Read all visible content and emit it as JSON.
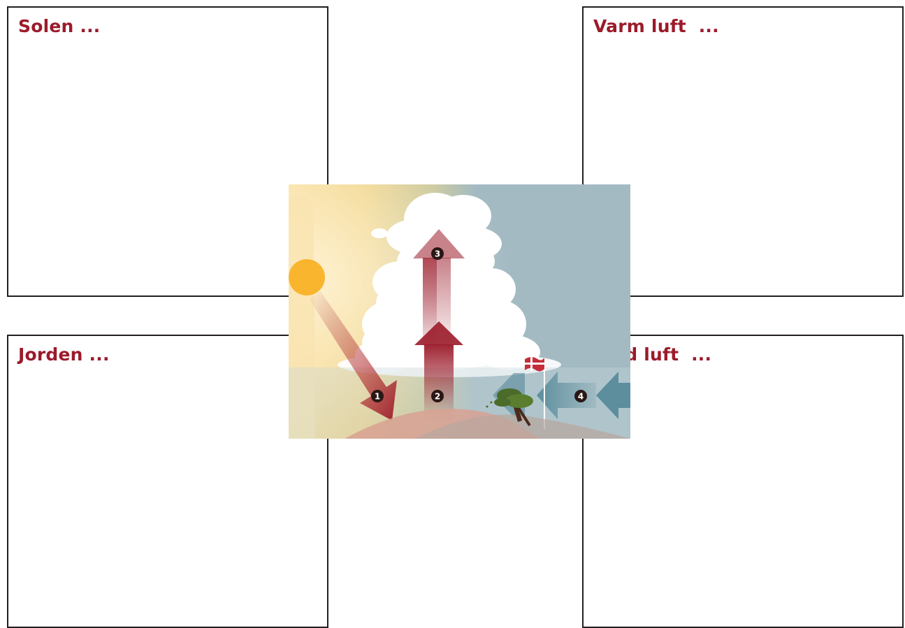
{
  "boxes": {
    "top_left": {
      "title": "Solen ..."
    },
    "top_right": {
      "title": "Varm luft  ..."
    },
    "bottom_left": {
      "title": "Jorden ..."
    },
    "bottom_right": {
      "title": "Kold luft  ..."
    }
  },
  "illustration": {
    "markers": [
      "1",
      "2",
      "3",
      "4"
    ],
    "icons": [
      "sun-icon",
      "cloud-icon",
      "tree-icon",
      "danish-flag-icon"
    ],
    "colors": {
      "warm_arrow": "#9b1b2a",
      "cold_arrow": "#4e8595",
      "sky": "#a3bac3",
      "sun": "#f9b52e",
      "title_red": "#9b1b2a"
    }
  }
}
